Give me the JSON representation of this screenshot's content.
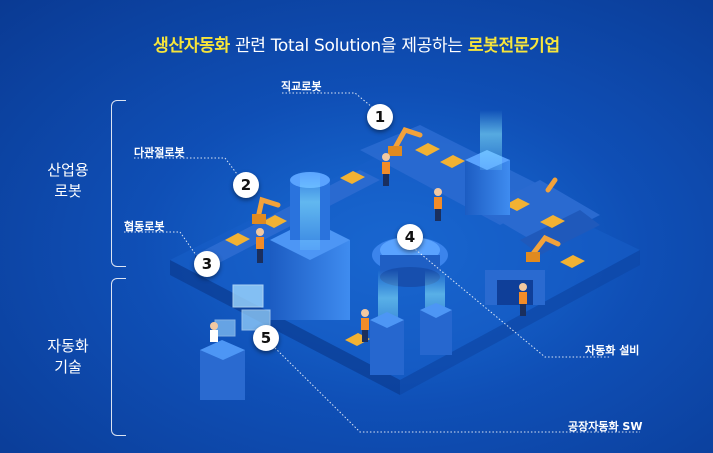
{
  "title": {
    "part1": "생산자동화",
    "part2": " 관련 Total Solution을 제공하는 ",
    "part3": "로봇전문기업"
  },
  "categories": {
    "industrial_robot": {
      "line1": "산업용",
      "line2": "로봇"
    },
    "automation_tech": {
      "line1": "자동화",
      "line2": "기술"
    }
  },
  "labels": {
    "cartesian_robot": "직교로봇",
    "articulated_robot": "다관절로봇",
    "collaborative_robot": "협동로봇",
    "automation_equipment": "자동화 설비",
    "factory_automation_sw": "공장자동화 SW"
  },
  "badges": [
    "1",
    "2",
    "3",
    "4",
    "5"
  ],
  "colors": {
    "background": "#0f4fb6",
    "highlight": "#f7e53b",
    "machine": "#2f6fd1",
    "conveyor": "#1e4fae",
    "box": "#f2b233",
    "worker": "#f28c28"
  }
}
